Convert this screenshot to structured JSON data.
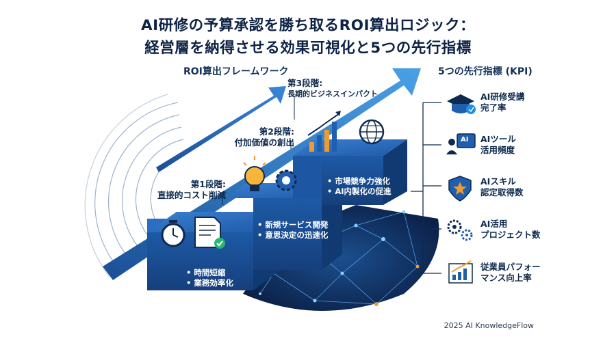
{
  "title": {
    "line1": "AI研修の予算承認を勝ち取るROI算出ロジック：",
    "line2": "経営層を納得させる効果可視化と5つの先行指標"
  },
  "framework": {
    "label": "ROI算出フレームワーク"
  },
  "stages": [
    {
      "step": "第1段階:",
      "name": "直接的コスト削減",
      "bullets": [
        "• 時間短縮",
        "• 業務効率化"
      ]
    },
    {
      "step": "第2段階:",
      "name": "付加価値の創出",
      "bullets": [
        "• 新規サービス開発",
        "• 意思決定の迅速化"
      ]
    },
    {
      "step": "第3段階:",
      "name": "長期的ビジネスインパクト",
      "bullets": [
        "• 市場競争力強化",
        "• AI内製化の促進"
      ]
    }
  ],
  "kpi": {
    "title": "5つの先行指標 (KPI)",
    "items": [
      {
        "line1": "AI研修受講",
        "line2": "完了率",
        "icon": "graduation-cap-icon"
      },
      {
        "line1": "AIツール",
        "line2": "活用頻度",
        "icon": "ai-user-monitor-icon"
      },
      {
        "line1": "AIスキル",
        "line2": "認定取得数",
        "icon": "badge-star-icon"
      },
      {
        "line1": "AI活用",
        "line2": "プロジェクト数",
        "icon": "gears-icon"
      },
      {
        "line1": "従業員パフォー",
        "line2": "マンス向上率",
        "icon": "growth-chart-icon"
      }
    ],
    "ai_badge": "AI"
  },
  "footer": "2025 AI KnowledgeFlow",
  "colors": {
    "navy": "#0d2244",
    "blue": "#1f5fae",
    "light_blue": "#3b8ddb",
    "orange": "#f29a2e",
    "cube_top": "#2a6bbf",
    "cube_front": "#1a4f95"
  }
}
